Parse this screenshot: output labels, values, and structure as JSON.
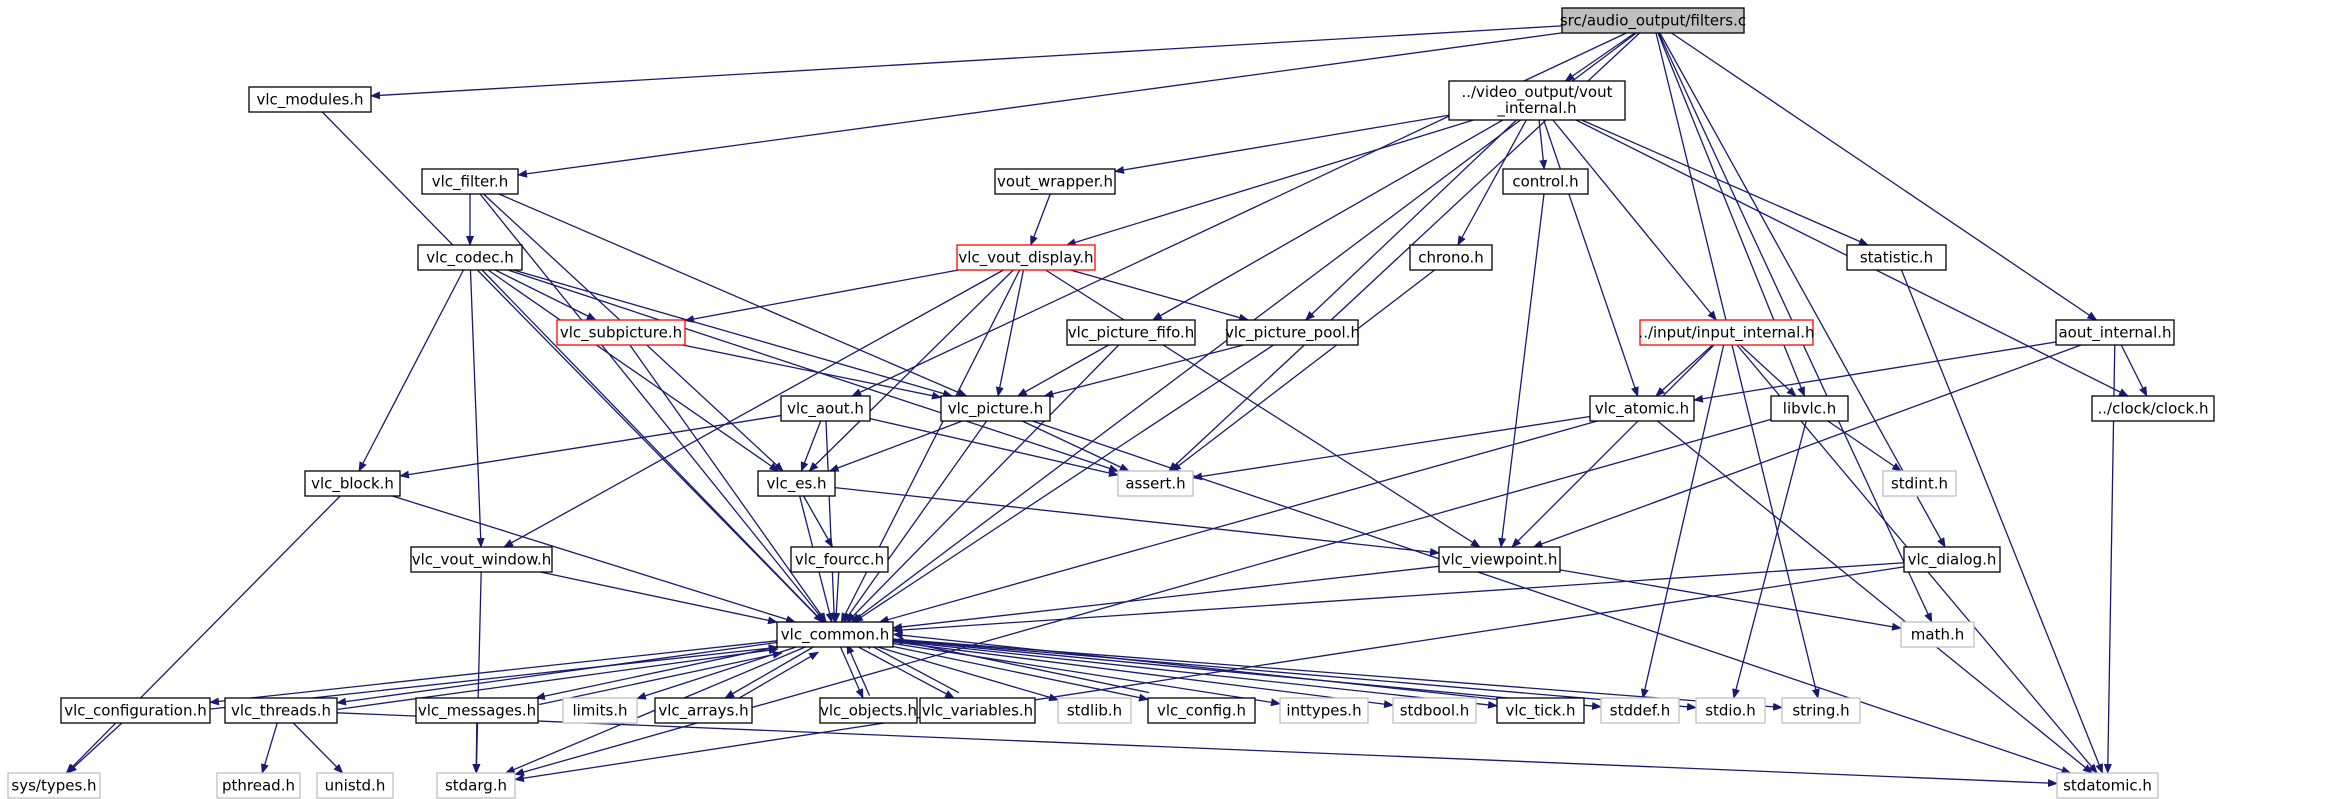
{
  "colors": {
    "edge": "#191970",
    "node_border": "#000000",
    "system_header_border": "#bfbfbf",
    "incomplete_border": "#ff0000",
    "root_fill": "#bfbfbf",
    "node_fill": "#ffffff"
  },
  "nodes": [
    {
      "id": "root",
      "label": "src/audio_output/filters.c",
      "kind": "root"
    },
    {
      "id": "vlc_modules",
      "label": "vlc_modules.h",
      "kind": "normal"
    },
    {
      "id": "vout_internal",
      "label": "../video_output/vout_internal.h",
      "kind": "normal"
    },
    {
      "id": "vlc_filter",
      "label": "vlc_filter.h",
      "kind": "normal"
    },
    {
      "id": "vout_wrapper",
      "label": "vout_wrapper.h",
      "kind": "normal"
    },
    {
      "id": "control",
      "label": "control.h",
      "kind": "normal"
    },
    {
      "id": "vlc_codec",
      "label": "vlc_codec.h",
      "kind": "normal"
    },
    {
      "id": "vlc_vout_display",
      "label": "vlc_vout_display.h",
      "kind": "incomplete"
    },
    {
      "id": "chrono",
      "label": "chrono.h",
      "kind": "normal"
    },
    {
      "id": "statistic",
      "label": "statistic.h",
      "kind": "normal"
    },
    {
      "id": "vlc_subpicture",
      "label": "vlc_subpicture.h",
      "kind": "incomplete"
    },
    {
      "id": "vlc_picture_fifo",
      "label": "vlc_picture_fifo.h",
      "kind": "normal"
    },
    {
      "id": "vlc_picture_pool",
      "label": "vlc_picture_pool.h",
      "kind": "normal"
    },
    {
      "id": "input_internal",
      "label": "../input/input_internal.h",
      "kind": "incomplete"
    },
    {
      "id": "aout_internal",
      "label": "aout_internal.h",
      "kind": "normal"
    },
    {
      "id": "vlc_picture",
      "label": "vlc_picture.h",
      "kind": "normal"
    },
    {
      "id": "vlc_aout",
      "label": "vlc_aout.h",
      "kind": "normal"
    },
    {
      "id": "vlc_atomic",
      "label": "vlc_atomic.h",
      "kind": "normal"
    },
    {
      "id": "libvlc",
      "label": "libvlc.h",
      "kind": "normal"
    },
    {
      "id": "clock",
      "label": "../clock/clock.h",
      "kind": "normal"
    },
    {
      "id": "vlc_block",
      "label": "vlc_block.h",
      "kind": "normal"
    },
    {
      "id": "vlc_es",
      "label": "vlc_es.h",
      "kind": "normal"
    },
    {
      "id": "assert",
      "label": "assert.h",
      "kind": "system"
    },
    {
      "id": "stdint",
      "label": "stdint.h",
      "kind": "system"
    },
    {
      "id": "vlc_fourcc",
      "label": "vlc_fourcc.h",
      "kind": "normal"
    },
    {
      "id": "vlc_vout_window",
      "label": "vlc_vout_window.h",
      "kind": "normal"
    },
    {
      "id": "vlc_viewpoint",
      "label": "vlc_viewpoint.h",
      "kind": "normal"
    },
    {
      "id": "vlc_dialog",
      "label": "vlc_dialog.h",
      "kind": "normal"
    },
    {
      "id": "math",
      "label": "math.h",
      "kind": "system"
    },
    {
      "id": "vlc_common",
      "label": "vlc_common.h",
      "kind": "normal"
    },
    {
      "id": "vlc_configuration",
      "label": "vlc_configuration.h",
      "kind": "normal"
    },
    {
      "id": "vlc_threads",
      "label": "vlc_threads.h",
      "kind": "normal"
    },
    {
      "id": "vlc_messages",
      "label": "vlc_messages.h",
      "kind": "normal"
    },
    {
      "id": "limits",
      "label": "limits.h",
      "kind": "system"
    },
    {
      "id": "vlc_arrays",
      "label": "vlc_arrays.h",
      "kind": "normal"
    },
    {
      "id": "vlc_objects",
      "label": "vlc_objects.h",
      "kind": "normal"
    },
    {
      "id": "vlc_variables",
      "label": "vlc_variables.h",
      "kind": "normal"
    },
    {
      "id": "stdlib",
      "label": "stdlib.h",
      "kind": "system"
    },
    {
      "id": "vlc_config",
      "label": "vlc_config.h",
      "kind": "normal"
    },
    {
      "id": "inttypes",
      "label": "inttypes.h",
      "kind": "system"
    },
    {
      "id": "stdbool",
      "label": "stdbool.h",
      "kind": "system"
    },
    {
      "id": "vlc_tick",
      "label": "vlc_tick.h",
      "kind": "normal"
    },
    {
      "id": "stddef",
      "label": "stddef.h",
      "kind": "system"
    },
    {
      "id": "stdio",
      "label": "stdio.h",
      "kind": "system"
    },
    {
      "id": "string",
      "label": "string.h",
      "kind": "system"
    },
    {
      "id": "sys_types",
      "label": "sys/types.h",
      "kind": "system"
    },
    {
      "id": "pthread",
      "label": "pthread.h",
      "kind": "system"
    },
    {
      "id": "unistd",
      "label": "unistd.h",
      "kind": "system"
    },
    {
      "id": "stdarg",
      "label": "stdarg.h",
      "kind": "system"
    },
    {
      "id": "stdatomic",
      "label": "stdatomic.h",
      "kind": "system"
    }
  ],
  "edges": [
    [
      "root",
      "vlc_modules"
    ],
    [
      "root",
      "vout_internal"
    ],
    [
      "root",
      "vlc_filter"
    ],
    [
      "root",
      "vlc_aout"
    ],
    [
      "root",
      "assert"
    ],
    [
      "root",
      "libvlc"
    ],
    [
      "root",
      "vlc_dialog"
    ],
    [
      "root",
      "aout_internal"
    ],
    [
      "root",
      "math"
    ],
    [
      "root",
      "string"
    ],
    [
      "root",
      "vlc_common"
    ],
    [
      "vlc_modules",
      "vlc_common"
    ],
    [
      "vout_internal",
      "vout_wrapper"
    ],
    [
      "vout_internal",
      "vlc_vout_display"
    ],
    [
      "vout_internal",
      "control"
    ],
    [
      "vout_internal",
      "chrono"
    ],
    [
      "vout_internal",
      "statistic"
    ],
    [
      "vout_internal",
      "vlc_picture_fifo"
    ],
    [
      "vout_internal",
      "vlc_picture_pool"
    ],
    [
      "vout_internal",
      "input_internal"
    ],
    [
      "vout_internal",
      "vlc_atomic"
    ],
    [
      "vout_internal",
      "clock"
    ],
    [
      "vlc_filter",
      "vlc_codec"
    ],
    [
      "vlc_filter",
      "vlc_picture"
    ],
    [
      "vlc_filter",
      "vlc_es"
    ],
    [
      "vlc_filter",
      "vlc_common"
    ],
    [
      "vout_wrapper",
      "vlc_vout_display"
    ],
    [
      "control",
      "vlc_viewpoint"
    ],
    [
      "vlc_codec",
      "vlc_subpicture"
    ],
    [
      "vlc_codec",
      "vlc_picture"
    ],
    [
      "vlc_codec",
      "vlc_block"
    ],
    [
      "vlc_codec",
      "vlc_es"
    ],
    [
      "vlc_codec",
      "vlc_vout_window"
    ],
    [
      "vlc_codec",
      "assert"
    ],
    [
      "vlc_codec",
      "vlc_common"
    ],
    [
      "vlc_vout_display",
      "vlc_subpicture"
    ],
    [
      "vlc_vout_display",
      "vlc_picture_pool"
    ],
    [
      "vlc_vout_display",
      "vlc_picture"
    ],
    [
      "vlc_vout_display",
      "vlc_es"
    ],
    [
      "vlc_vout_display",
      "vlc_vout_window"
    ],
    [
      "vlc_vout_display",
      "vlc_viewpoint"
    ],
    [
      "vlc_vout_display",
      "vlc_common"
    ],
    [
      "chrono",
      "assert"
    ],
    [
      "statistic",
      "stdatomic"
    ],
    [
      "vlc_subpicture",
      "vlc_picture"
    ],
    [
      "vlc_subpicture",
      "vlc_common"
    ],
    [
      "vlc_picture_fifo",
      "vlc_picture"
    ],
    [
      "vlc_picture_fifo",
      "vlc_common"
    ],
    [
      "vlc_picture_pool",
      "vlc_picture"
    ],
    [
      "vlc_picture_pool",
      "vlc_common"
    ],
    [
      "input_internal",
      "vlc_atomic"
    ],
    [
      "input_internal",
      "libvlc"
    ],
    [
      "input_internal",
      "vlc_viewpoint"
    ],
    [
      "input_internal",
      "stddef"
    ],
    [
      "input_internal",
      "stdatomic"
    ],
    [
      "aout_internal",
      "vlc_atomic"
    ],
    [
      "aout_internal",
      "clock"
    ],
    [
      "aout_internal",
      "vlc_viewpoint"
    ],
    [
      "aout_internal",
      "stdatomic"
    ],
    [
      "vlc_picture",
      "vlc_es"
    ],
    [
      "vlc_picture",
      "assert"
    ],
    [
      "vlc_picture",
      "vlc_common"
    ],
    [
      "vlc_picture",
      "stdatomic"
    ],
    [
      "vlc_aout",
      "vlc_block"
    ],
    [
      "vlc_aout",
      "vlc_es"
    ],
    [
      "vlc_aout",
      "assert"
    ],
    [
      "vlc_aout",
      "vlc_common"
    ],
    [
      "vlc_atomic",
      "assert"
    ],
    [
      "vlc_atomic",
      "vlc_common"
    ],
    [
      "vlc_atomic",
      "stdatomic"
    ],
    [
      "libvlc",
      "stdint"
    ],
    [
      "libvlc",
      "stdio"
    ],
    [
      "libvlc",
      "stdarg"
    ],
    [
      "vlc_block",
      "vlc_common"
    ],
    [
      "vlc_block",
      "sys_types"
    ],
    [
      "vlc_es",
      "vlc_fourcc"
    ],
    [
      "vlc_es",
      "vlc_viewpoint"
    ],
    [
      "vlc_es",
      "vlc_common"
    ],
    [
      "vlc_fourcc",
      "vlc_common"
    ],
    [
      "vlc_vout_window",
      "vlc_common"
    ],
    [
      "vlc_vout_window",
      "stdarg"
    ],
    [
      "vlc_viewpoint",
      "vlc_common"
    ],
    [
      "vlc_viewpoint",
      "math"
    ],
    [
      "vlc_dialog",
      "vlc_common"
    ],
    [
      "vlc_dialog",
      "stdarg"
    ],
    [
      "vlc_common",
      "vlc_configuration"
    ],
    [
      "vlc_common",
      "vlc_threads"
    ],
    [
      "vlc_common",
      "vlc_messages"
    ],
    [
      "vlc_common",
      "limits"
    ],
    [
      "vlc_common",
      "vlc_arrays"
    ],
    [
      "vlc_common",
      "vlc_objects"
    ],
    [
      "vlc_common",
      "vlc_variables"
    ],
    [
      "vlc_common",
      "stdlib"
    ],
    [
      "vlc_common",
      "vlc_config"
    ],
    [
      "vlc_common",
      "inttypes"
    ],
    [
      "vlc_common",
      "stdbool"
    ],
    [
      "vlc_common",
      "vlc_tick"
    ],
    [
      "vlc_common",
      "stddef"
    ],
    [
      "vlc_common",
      "stdio"
    ],
    [
      "vlc_common",
      "string"
    ],
    [
      "vlc_common",
      "stdarg"
    ],
    [
      "vlc_configuration",
      "vlc_common"
    ],
    [
      "vlc_configuration",
      "sys_types"
    ],
    [
      "vlc_threads",
      "vlc_common"
    ],
    [
      "vlc_threads",
      "pthread"
    ],
    [
      "vlc_threads",
      "unistd"
    ],
    [
      "vlc_threads",
      "stdatomic"
    ],
    [
      "vlc_messages",
      "vlc_common"
    ],
    [
      "vlc_messages",
      "stdarg"
    ],
    [
      "vlc_arrays",
      "vlc_common"
    ],
    [
      "vlc_objects",
      "vlc_common"
    ],
    [
      "vlc_variables",
      "vlc_common"
    ],
    [
      "vlc_config",
      "vlc_common"
    ],
    [
      "vlc_tick",
      "vlc_common"
    ]
  ]
}
